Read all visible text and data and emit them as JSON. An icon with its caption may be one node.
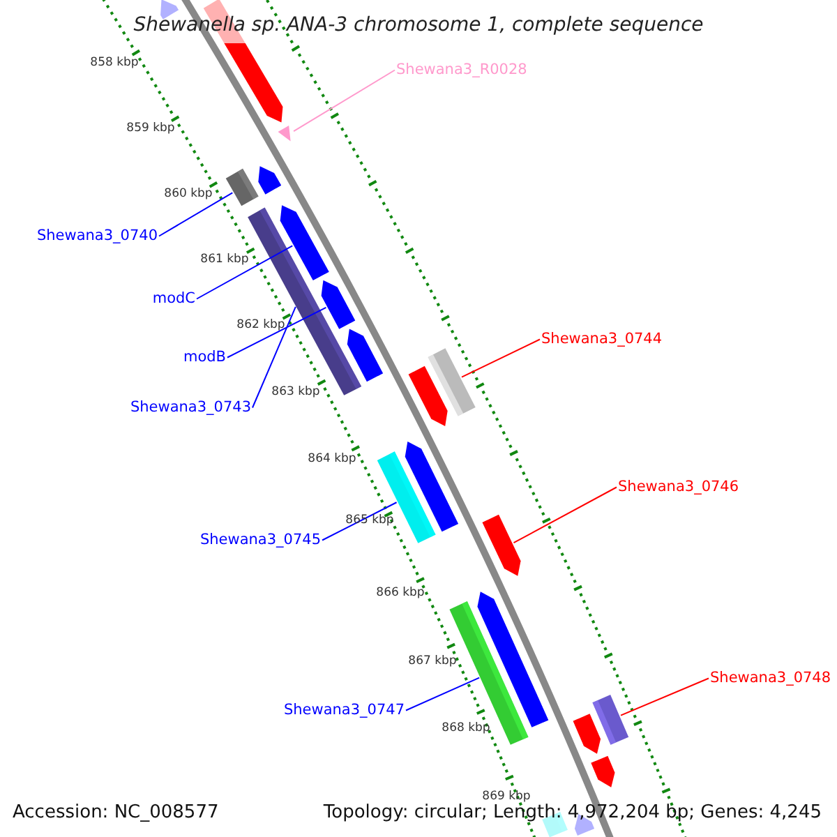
{
  "diagram": {
    "title": "Shewanella sp. ANA-3 chromosome 1, complete sequence",
    "nodes": [
      {
        "text": [],
        "shape": "bar"
      },
      {
        "text": [],
        "shape": "bar"
      },
      {
        "text": [
          "Shewana3_R0028"
        ]
      },
      {
        "text": [],
        "shape": "bar"
      },
      {
        "text": [],
        "shape": "bar"
      },
      {
        "text": [],
        "shape": "bar"
      },
      {
        "text": [
          "Shewana3_0740"
        ]
      },
      {
        "text": [],
        "shape": "bar"
      },
      {
        "text": [],
        "shape": "bar"
      },
      {
        "text": [
          "modC"
        ]
      },
      {
        "text": [],
        "shape": "bar"
      },
      {
        "text": [
          "modB"
        ]
      },
      {
        "text": [],
        "shape": "bar"
      },
      {
        "text": [
          "Shewana3_0743"
        ]
      },
      {
        "text": [
          "Shewana3_0744"
        ]
      },
      {
        "text": [],
        "shape": "bar"
      },
      {
        "text": [],
        "shape": "bar"
      },
      {
        "text": [],
        "shape": "bar"
      },
      {
        "text": [],
        "shape": "bar"
      },
      {
        "text": [
          "Shewana3_0745"
        ]
      },
      {
        "text": [
          "Shewana3_0746"
        ]
      },
      {
        "text": [],
        "shape": "bar"
      },
      {
        "text": [],
        "shape": "bar"
      },
      {
        "text": [],
        "shape": "bar"
      },
      {
        "text": [
          "Shewana3_0747"
        ]
      },
      {
        "text": [
          "Shewana3_0748"
        ]
      },
      {
        "text": [],
        "shape": "bar"
      },
      {
        "text": [],
        "shape": "bar"
      },
      {
        "text": [],
        "shape": "bar"
      },
      {
        "text": [],
        "shape": "bar"
      },
      {
        "text": [],
        "shape": "bar"
      }
    ],
    "edges": [
      {
        "from": 2,
        "to": 3,
        "arrow": "none",
        "color": "#ff99cc"
      },
      {
        "from": 6,
        "to": 4,
        "arrow": "none"
      },
      {
        "from": 9,
        "to": 8,
        "arrow": "none"
      },
      {
        "from": 11,
        "to": 10,
        "arrow": "none"
      },
      {
        "from": 13,
        "to": 7,
        "arrow": "none"
      },
      {
        "from": 14,
        "to": 16,
        "arrow": "none",
        "color": "#ff0000"
      },
      {
        "from": 19,
        "to": 17,
        "arrow": "none"
      },
      {
        "from": 20,
        "to": 21,
        "arrow": "none",
        "color": "#ff0000"
      },
      {
        "from": 24,
        "to": 22,
        "arrow": "none"
      },
      {
        "from": 25,
        "to": 27,
        "arrow": "none",
        "color": "#ff0000"
      }
    ],
    "labels": [
      "858 kbp",
      "859 kbp",
      "860 kbp",
      "861 kbp",
      "862 kbp",
      "863 kbp",
      "864 kbp",
      "865 kbp",
      "866 kbp",
      "867 kbp",
      "868 kbp",
      "869 kbp",
      "Accession: NC_008577",
      "Topology: circular; Length: 4,972,204 bp; Genes: 4,245"
    ]
  }
}
